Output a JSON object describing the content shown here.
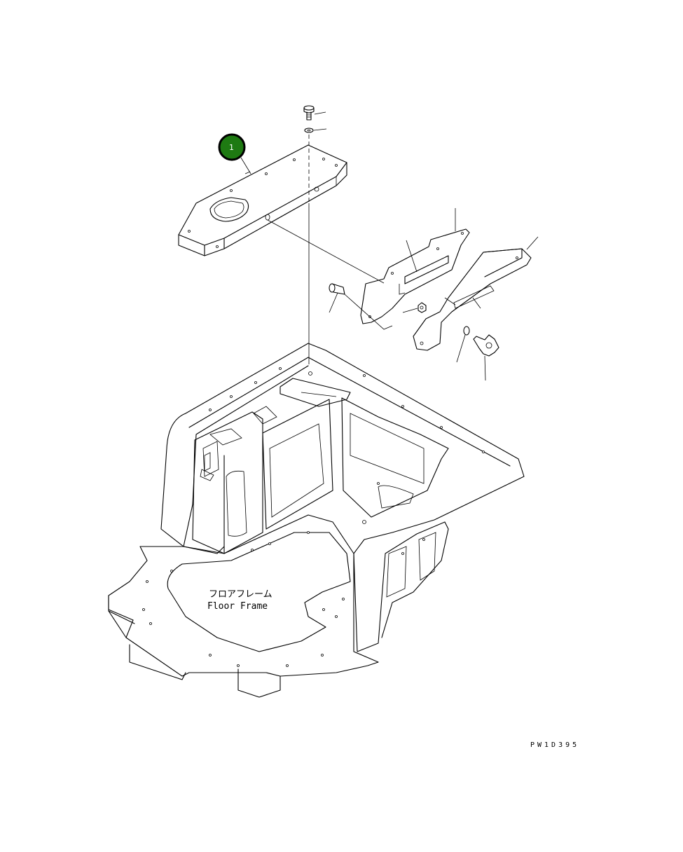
{
  "callout": {
    "number": "1",
    "fill": "#1e7a12",
    "ring": "#000000"
  },
  "floor_frame": {
    "label_jp": "フロアフレーム",
    "label_en": "Floor Frame"
  },
  "drawing_code": "PW1D395"
}
